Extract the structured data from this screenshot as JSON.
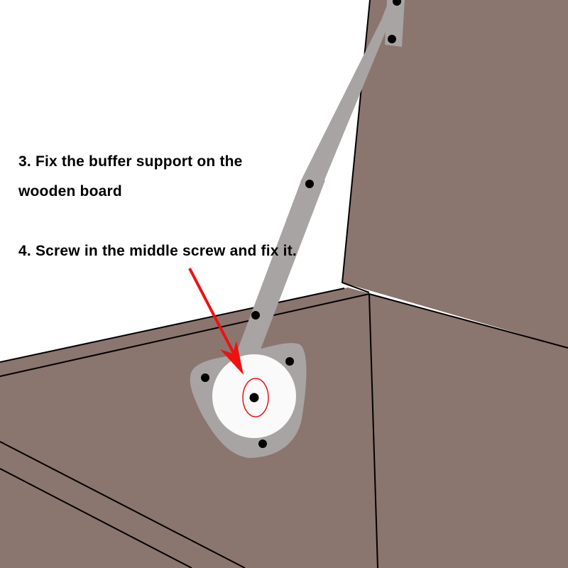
{
  "instructions": {
    "step3_line1": "3. Fix the buffer support on the",
    "step3_line2": "wooden board",
    "step4": "4. Screw in the middle screw and fix it."
  },
  "colors": {
    "wood": "#8b756f",
    "metal": "#a8a4a3",
    "disc": "#fbfafa",
    "arrow": "#ee1111",
    "screw": "#000000"
  }
}
